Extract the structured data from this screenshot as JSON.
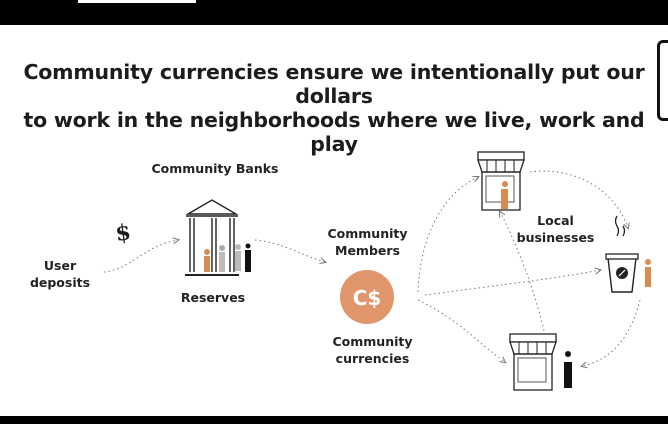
{
  "title_line1": "Community currencies ensure we intentionally put our dollars",
  "title_line2": "to work in the neighborhoods where we live, work and play",
  "labels": {
    "community_banks": "Community Banks",
    "user_deposits_1": "User",
    "user_deposits_2": "deposits",
    "reserves": "Reserves",
    "community_members_1": "Community",
    "community_members_2": "Members",
    "community_currencies_1": "Community",
    "community_currencies_2": "currencies",
    "local_businesses_1": "Local",
    "local_businesses_2": "businesses"
  },
  "coin_symbol": "C$",
  "dollar_symbol": "$",
  "colors": {
    "accent_orange": "#d98a4e",
    "coin_fill": "#e0956a",
    "ink": "#1c1c1c",
    "line": "#777777"
  }
}
